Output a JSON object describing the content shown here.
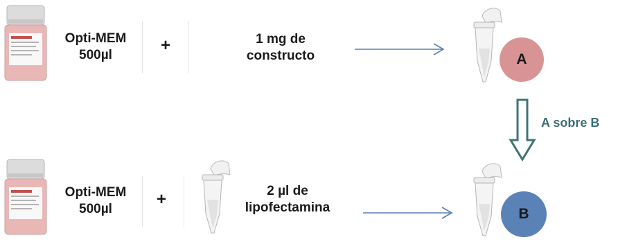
{
  "row1": {
    "medium_line1": "Opti-MEM",
    "medium_line2": "500µl",
    "plus": "+",
    "reagent_line1": "1 mg de",
    "reagent_line2": "constructo",
    "result_label": "A"
  },
  "row2": {
    "medium_line1": "Opti-MEM",
    "medium_line2": "500µl",
    "plus": "+",
    "reagent_line1": "2 µl de",
    "reagent_line2": "lipofectamina",
    "result_label": "B"
  },
  "transfer_label": "A sobre B",
  "colors": {
    "circle_a": "#d89494",
    "circle_b": "#5b82b7",
    "arrow": "#5a7fb0",
    "transfer_arrow": "#3f7474",
    "transfer_label": "#3c6e76"
  },
  "icons": [
    "medium-bottle-icon",
    "microtube-icon",
    "arrow-right-icon",
    "arrow-down-icon"
  ]
}
